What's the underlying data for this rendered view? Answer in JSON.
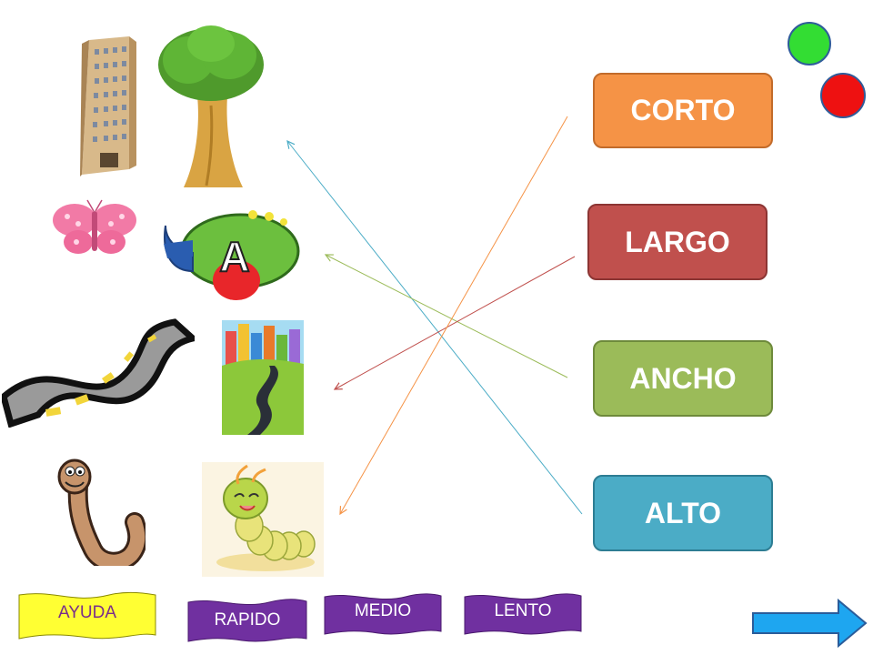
{
  "words": [
    {
      "label": "CORTO",
      "color": "#f59346",
      "border": "#c26b2a"
    },
    {
      "label": "LARGO",
      "color": "#c0504d",
      "border": "#8c3533"
    },
    {
      "label": "ANCHO",
      "color": "#9bbb59",
      "border": "#6e8a3b"
    },
    {
      "label": "ALTO",
      "color": "#4bacc6",
      "border": "#2d7d93"
    }
  ],
  "pictures": [
    {
      "name": "building"
    },
    {
      "name": "tree"
    },
    {
      "name": "butterfly"
    },
    {
      "name": "airplane",
      "letter": "A"
    },
    {
      "name": "winding-road"
    },
    {
      "name": "city-road"
    },
    {
      "name": "worm"
    },
    {
      "name": "caterpillar"
    }
  ],
  "indicators": {
    "green": "#33dd33",
    "red": "#ee1111"
  },
  "footer": {
    "help": "AYUDA",
    "fast": "RAPIDO",
    "medium": "MEDIO",
    "slow": "LENTO",
    "next_icon": "arrow-right-icon"
  },
  "colors": {
    "help_bg": "#ffff33",
    "speed_bg": "#7030a0",
    "next_arrow": "#1ea6f0"
  }
}
